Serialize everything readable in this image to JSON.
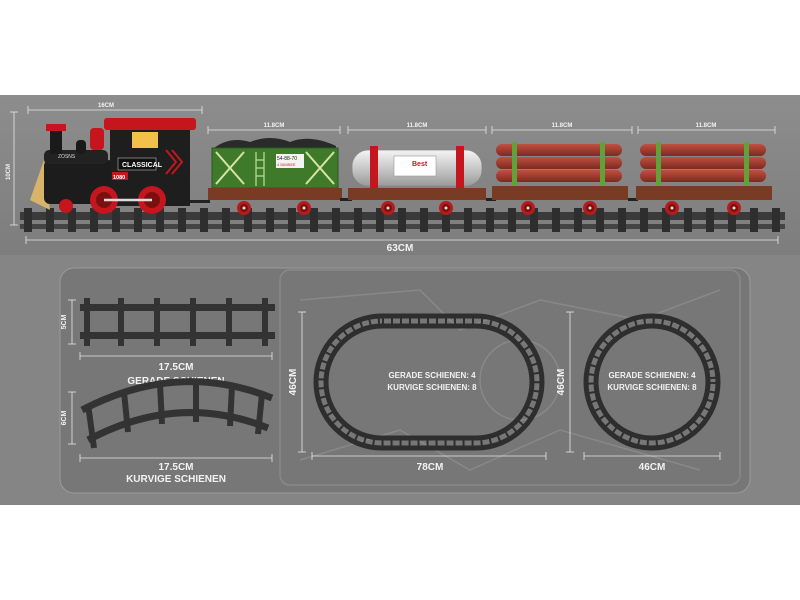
{
  "top": {
    "locomotive": {
      "width_label": "16CM",
      "height_label": "10CM",
      "name_plate": "CLASSICAL",
      "number_plate": "1080",
      "side_text": "ZOSNS"
    },
    "wagon_length_label": "11.8CM",
    "total_length_label": "63CM",
    "coal_wagon_code": "54-88-70",
    "coal_wagon_sub": "4 DIMSEE",
    "tank_wagon_text": "Best"
  },
  "bottom": {
    "straight_track": {
      "height_label": "5CM",
      "length_label": "17.5CM",
      "name": "GERADE SCHIENEN"
    },
    "curved_track": {
      "height_label": "6CM",
      "length_label": "17.5CM",
      "name": "KURVIGE SCHIENEN"
    },
    "oval_layout": {
      "height_label": "46CM",
      "width_label": "78CM",
      "line1": "GERADE SCHIENEN: 4",
      "line2": "KURVIGE SCHIENEN: 8"
    },
    "circle_layout": {
      "height_label": "46CM",
      "width_label": "46CM",
      "line1": "GERADE SCHIENEN: 4",
      "line2": "KURVIGE SCHIENEN: 8"
    }
  },
  "colors": {
    "panel": "#8a8a8a",
    "inner_panel": "#7a7a7a",
    "track": "#333333",
    "loco_body": "#1c1c1c",
    "loco_red": "#c4161c",
    "coal_wagon": "#3f7a2b",
    "logs": "#a63a2e",
    "bands": "#5ea33a",
    "chassis": "#7a3b25"
  }
}
